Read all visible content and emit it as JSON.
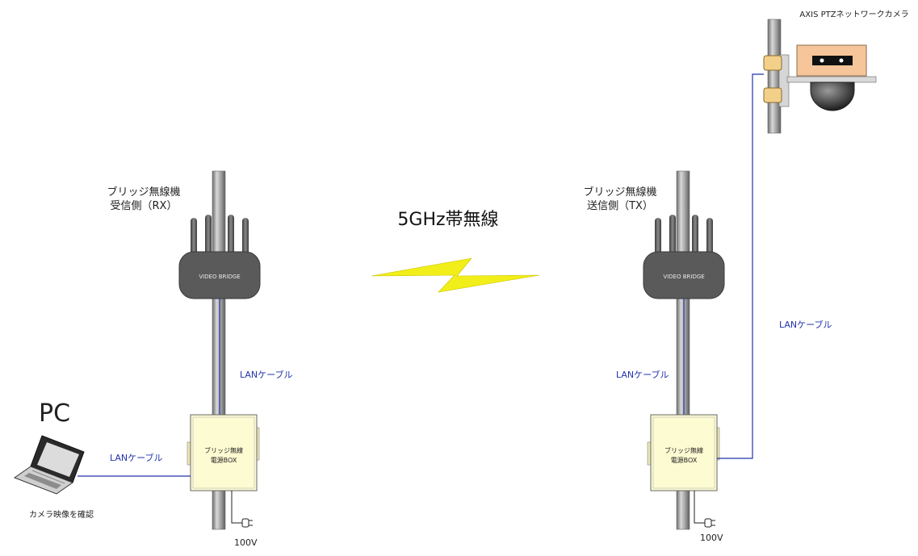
{
  "wireless_label": "5GHz帯無線",
  "rx": {
    "title_line1": "ブリッジ無線機",
    "title_line2": "受信側（RX）",
    "device_label": "VIDEO BRIDGE",
    "box_line1": "ブリッジ無線",
    "box_line2": "電源BOX",
    "cable_label": "LANケーブル",
    "power_label": "100V"
  },
  "tx": {
    "title_line1": "ブリッジ無線機",
    "title_line2": "送信側（TX）",
    "device_label": "VIDEO BRIDGE",
    "box_line1": "ブリッジ無線",
    "box_line2": "電源BOX",
    "cable_label": "LANケーブル",
    "power_label": "100V"
  },
  "pc": {
    "title": "PC",
    "caption": "カメラ映像を確認",
    "cable_label": "LANケーブル"
  },
  "camera": {
    "title": "AXIS PTZネットワークカメラ",
    "cable_label": "LANケーブル"
  },
  "colors": {
    "cable": "#2233aa",
    "bolt": "#f2ee1a",
    "device_body": "#5a5a5a",
    "power_box": "#fdfbd2",
    "pole": "#9a9a9a",
    "camera_body": "#f6c69a",
    "bracket": "#f3d08a"
  }
}
